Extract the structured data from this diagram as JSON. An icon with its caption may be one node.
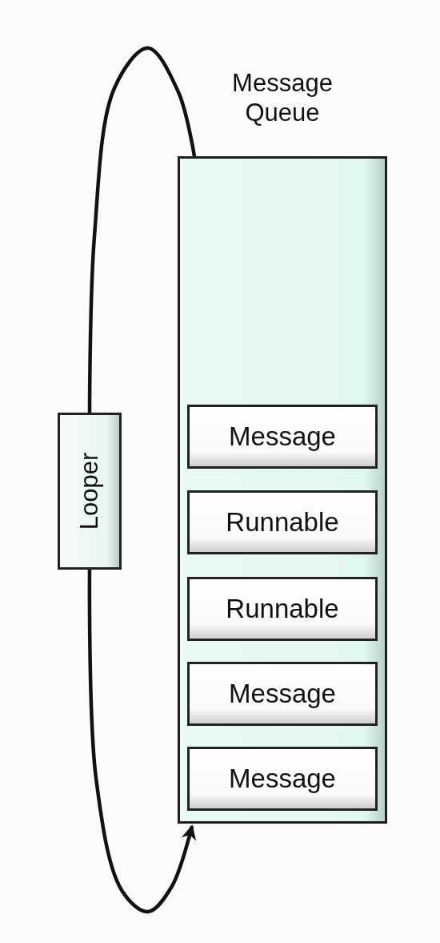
{
  "diagram": {
    "nodes": [
      {
        "text": [
          "Message Queue"
        ]
      },
      {
        "text": [
          "Message"
        ],
        "in": 0
      },
      {
        "text": [
          "Runnable"
        ],
        "in": 0
      },
      {
        "text": [
          "Runnable"
        ],
        "in": 0
      },
      {
        "text": [
          "Message"
        ],
        "in": 0
      },
      {
        "text": [
          "Message"
        ],
        "in": 0
      },
      {
        "text": [
          "Looper"
        ]
      }
    ],
    "edges": [
      {
        "from": 0,
        "to": 6,
        "arrow": "none"
      },
      {
        "from": 6,
        "to": 0,
        "arrow": "to"
      }
    ]
  }
}
